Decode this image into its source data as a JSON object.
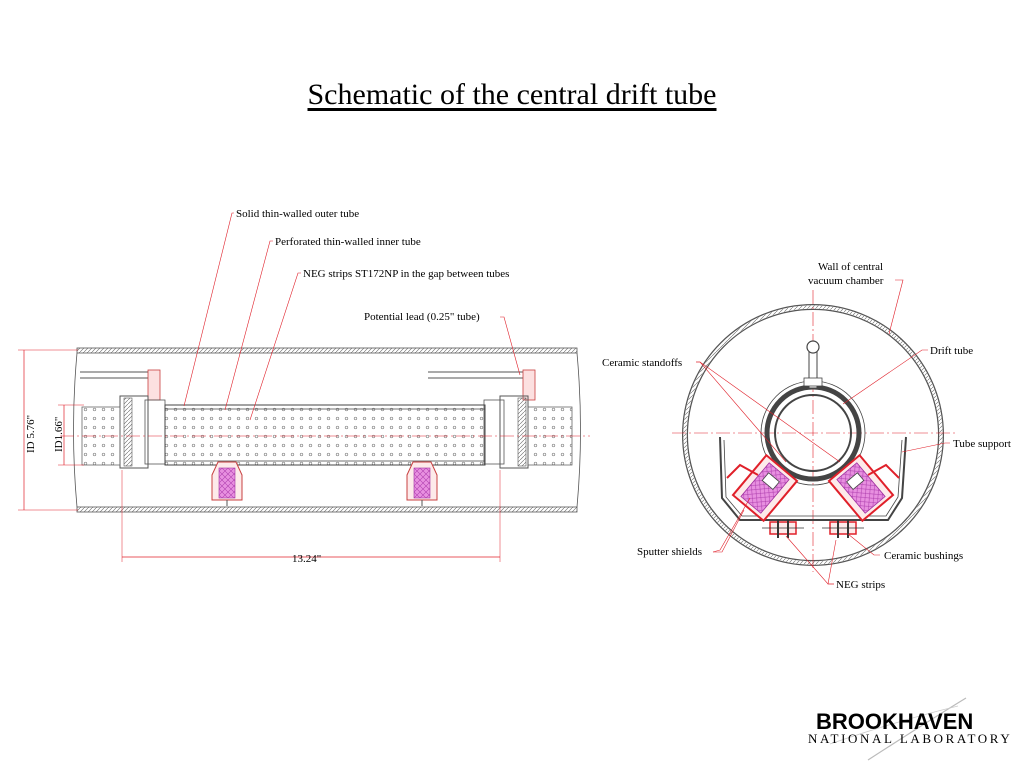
{
  "title": "Schematic of the central drift tube",
  "labels": {
    "outer_tube": "Solid thin-walled outer tube",
    "inner_tube": "Perforated thin-walled inner tube",
    "neg_gap": "NEG strips ST172NP in the gap between tubes",
    "potential_lead": "Potential lead (0.25\" tube)",
    "wall_line1": "Wall of central",
    "wall_line2": "vacuum chamber",
    "drift_tube": "Drift tube",
    "ceramic_standoffs": "Ceramic standoffs",
    "tube_support": "Tube support",
    "sputter_shields": "Sputter shields",
    "ceramic_bushings": "Ceramic bushings",
    "neg_strips": "NEG strips"
  },
  "dimensions": {
    "id_outer": "ID 5.76\"",
    "id_inner": "ID1.66\"",
    "length": "13.24\""
  },
  "logo": {
    "main": "BROOKHAVEN",
    "sub": "NATIONAL LABORATORY"
  },
  "colors": {
    "annotation": "#e0202a",
    "neg_fill": "#e890e0",
    "line": "#3a3a3a"
  }
}
